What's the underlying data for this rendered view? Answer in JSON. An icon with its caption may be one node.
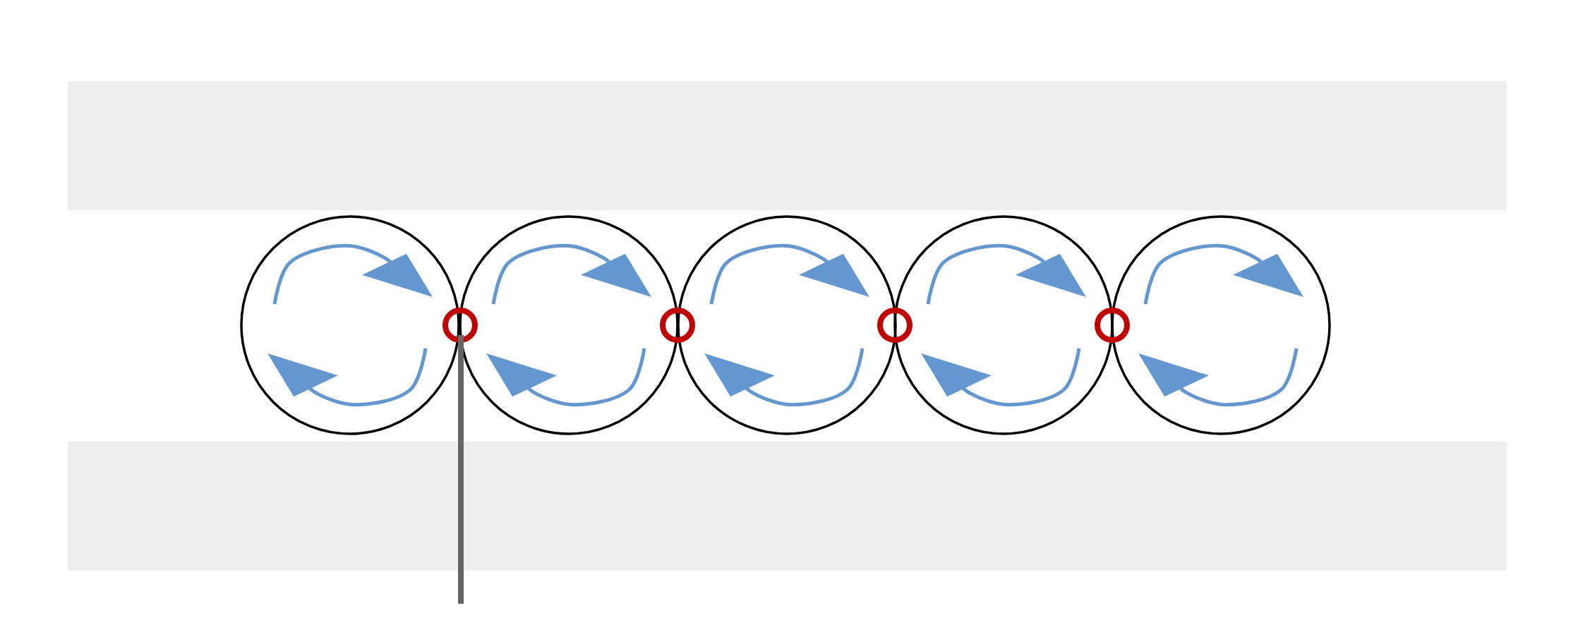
{
  "diagram": {
    "nodes": [
      {
        "text": [],
        "shape": "band"
      },
      {
        "text": [],
        "shape": "circle"
      },
      {
        "text": [],
        "shape": "circle"
      },
      {
        "text": [],
        "shape": "circle"
      },
      {
        "text": [],
        "shape": "circle"
      },
      {
        "text": [],
        "shape": "circle"
      },
      {
        "text": [],
        "shape": "circle"
      },
      {
        "text": [],
        "shape": "circle"
      },
      {
        "text": [],
        "shape": "circle"
      },
      {
        "text": [],
        "shape": "circle"
      },
      {
        "text": [],
        "shape": "band"
      }
    ]
  }
}
